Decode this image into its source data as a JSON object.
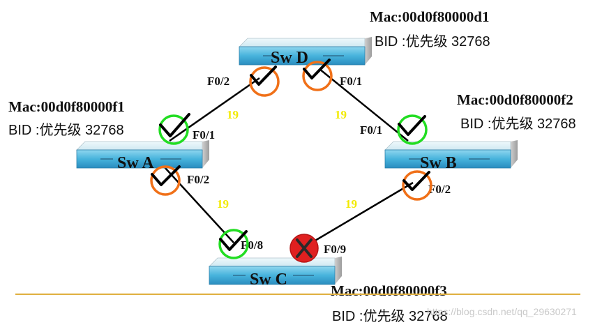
{
  "colors": {
    "root_port": "#22dd22",
    "designated_port": "#f07018",
    "blocked_port": "#e02020",
    "cost_label": "#f2ea00",
    "baseline": "#e0b040",
    "switch_top": "#d9f3fb",
    "switch_front": "#3a9ec9"
  },
  "switches": {
    "d": {
      "name": "Sw D",
      "mac": "Mac:00d0f80000d1",
      "bid": "BID :优先级 32768"
    },
    "a": {
      "name": "Sw A",
      "mac": "Mac:00d0f80000f1",
      "bid": "BID :优先级 32768"
    },
    "b": {
      "name": "Sw B",
      "mac": "Mac:00d0f80000f2",
      "bid": "BID :优先级 32768"
    },
    "c": {
      "name": "Sw C",
      "mac": "Mac:00d0f80000f3",
      "bid": "BID :优先级 32768"
    }
  },
  "links": {
    "ad": {
      "cost": "19"
    },
    "db": {
      "cost": "19"
    },
    "ac": {
      "cost": "19"
    },
    "cb": {
      "cost": "19"
    }
  },
  "ports": {
    "d_f02": {
      "label": "F0/2",
      "role": "designated",
      "icon": "check-icon"
    },
    "d_f01": {
      "label": "F0/1",
      "role": "designated",
      "icon": "check-icon"
    },
    "a_f01": {
      "label": "F0/1",
      "role": "root",
      "icon": "check-icon"
    },
    "a_f02": {
      "label": "F0/2",
      "role": "designated",
      "icon": "check-icon"
    },
    "b_f01": {
      "label": "F0/1",
      "role": "root",
      "icon": "check-icon"
    },
    "b_f02": {
      "label": "F0/2",
      "role": "designated",
      "icon": "check-icon"
    },
    "c_f08": {
      "label": "F0/8",
      "role": "root",
      "icon": "check-icon"
    },
    "c_f09": {
      "label": "F0/9",
      "role": "blocked",
      "icon": "x-icon"
    }
  },
  "watermark": "https://blog.csdn.net/qq_29630271"
}
